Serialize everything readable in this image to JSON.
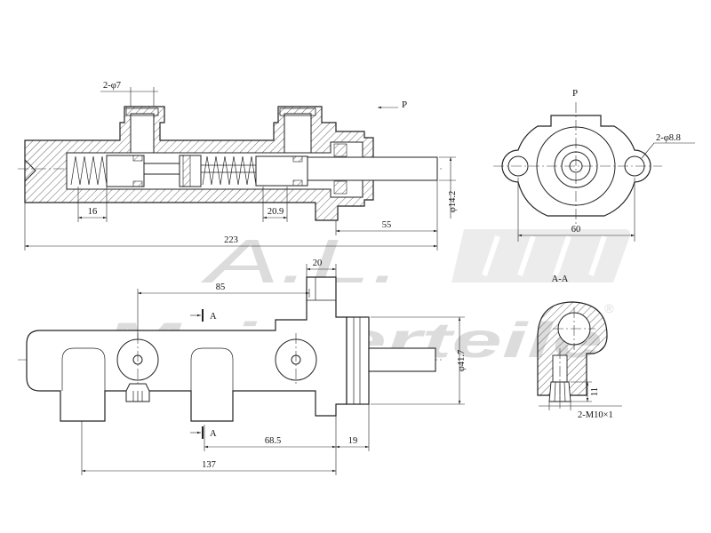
{
  "watermark": {
    "logo": "A.L.",
    "brand": "Meisterteile",
    "mark": "®"
  },
  "top_view": {
    "ports_label": "2-φ7",
    "pressure_label": "P",
    "dim_16": "16",
    "dim_20_9": "20.9",
    "dim_223": "223",
    "dim_55": "55",
    "dim_rod_diameter": "φ14.2"
  },
  "end_view": {
    "pressure_label": "P",
    "holes_label": "2-φ8.8",
    "dim_60": "60"
  },
  "side_view": {
    "dim_20": "20",
    "dim_85": "85",
    "section_mark_top": "A",
    "section_mark_bottom": "A",
    "dim_body_diameter": "φ41.7",
    "dim_68_5": "68.5",
    "dim_19": "19",
    "dim_137": "137"
  },
  "section_view": {
    "title": "A-A",
    "dim_11": "11",
    "thread_label": "2-M10×1"
  },
  "colors": {
    "line": "#222222",
    "hatch": "#444444",
    "watermark": "#dcdcdc",
    "background": "#ffffff"
  }
}
